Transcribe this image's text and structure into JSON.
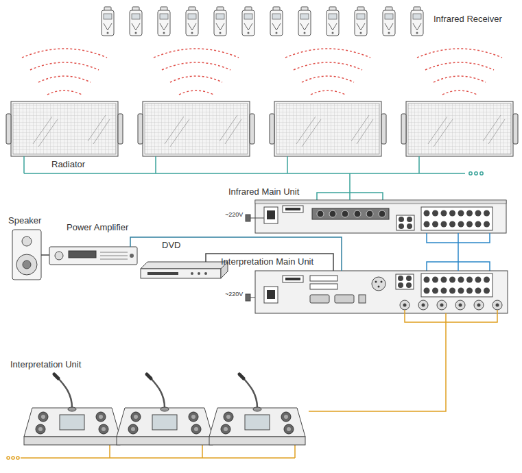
{
  "diagram": {
    "nodes": [
      {
        "text": [
          "Infrared Receiver"
        ]
      },
      {
        "text": [
          "Radiator"
        ]
      },
      {
        "text": [
          "Infrared Main Unit"
        ]
      },
      {
        "text": [
          "Speaker"
        ]
      },
      {
        "text": [
          "Power Amplifier"
        ]
      },
      {
        "text": [
          "DVD"
        ]
      },
      {
        "text": [
          "Interpretation Main Unit"
        ]
      },
      {
        "text": [
          "Interpretation Unit"
        ]
      }
    ],
    "edges": [
      {
        "from": 1,
        "to": 2,
        "arrow": "none"
      },
      {
        "from": 2,
        "to": 6,
        "arrow": "none"
      },
      {
        "from": 3,
        "to": 4,
        "arrow": "none"
      },
      {
        "from": 4,
        "to": 6,
        "arrow": "none"
      },
      {
        "from": 5,
        "to": 6,
        "arrow": "none"
      },
      {
        "from": 6,
        "to": 7,
        "arrow": "none"
      }
    ],
    "labels": [
      "~220V",
      "~220V"
    ]
  }
}
